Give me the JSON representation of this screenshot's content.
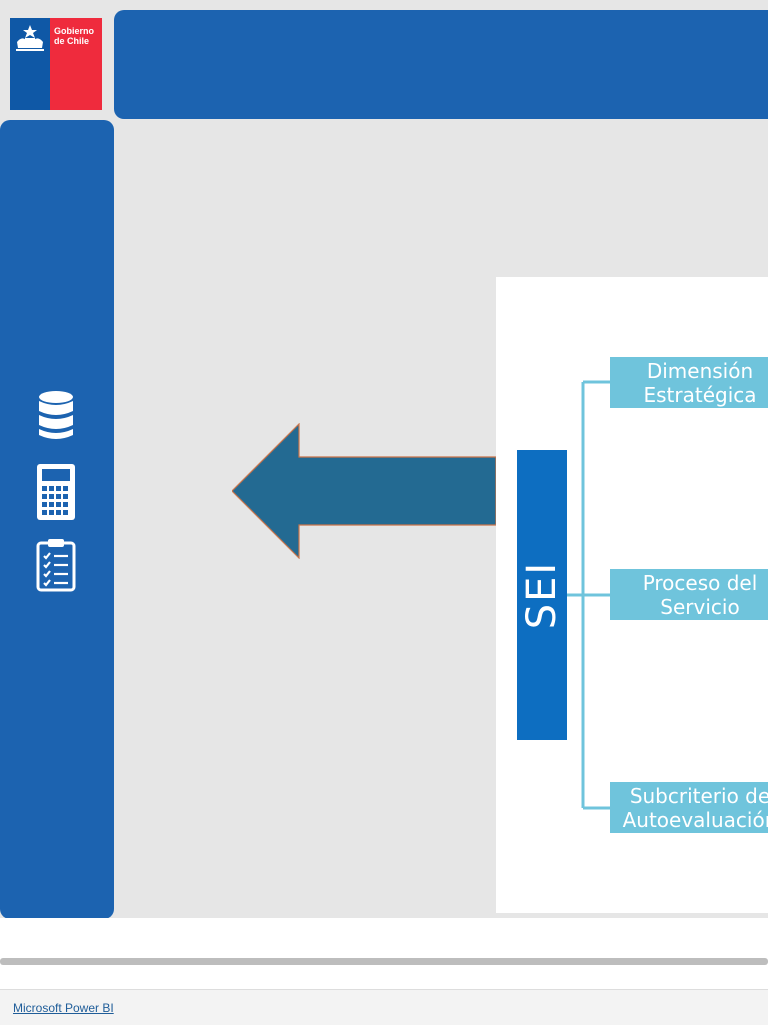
{
  "logo": {
    "text": "Gobierno\nde Chile"
  },
  "side_bar": {
    "icons": [
      "database-icon",
      "calculator-icon",
      "clipboard-checklist-icon"
    ]
  },
  "diagram": {
    "root": "SEI",
    "nodes": [
      {
        "label": "Dimensión\nEstratégica"
      },
      {
        "label": "Proceso del\nServicio"
      },
      {
        "label": "Subcriterio de\nAutoevaluación"
      }
    ]
  },
  "footer": {
    "link": "Microsoft Power BI"
  },
  "colors": {
    "bar_blue": "#1c63b0",
    "arrow": "#236a92",
    "sei_box": "#0d6ec1",
    "node_fill": "#6fc4dc",
    "logo_red": "#ef2b3d"
  }
}
